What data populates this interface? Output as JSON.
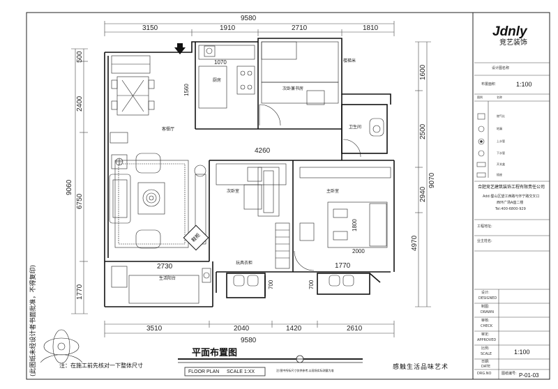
{
  "dims": {
    "top_total": "9580",
    "top": [
      "3150",
      "1910",
      "2710",
      "1810"
    ],
    "bottom_total": "9580",
    "bottom": [
      "3510",
      "2040",
      "1420",
      "2610"
    ],
    "left_total": "9060",
    "left": [
      "500",
      "2400",
      "6750",
      "1770"
    ],
    "right_total": "9070",
    "right": [
      "1600",
      "2500",
      "2940",
      "4970"
    ],
    "inner_4260": "4260",
    "inner_2730": "2730",
    "inner_1770": "1770",
    "inner_1070": "1070",
    "inner_1560": "1560",
    "inner_1800": "1800",
    "inner_2000": "2000",
    "inner_700a": "700",
    "inner_700b": "700"
  },
  "rooms": {
    "living": "客餐厅",
    "kitchen": "厨房",
    "bedroom_top": "次卧兼书房",
    "bathroom": "卫生间",
    "second_bedroom": "次卧室",
    "master_bedroom": "主卧室",
    "balcony": "生活阳台",
    "wardrobe": "玩具衣柜",
    "stair": "楼梯米"
  },
  "badge": "鞋柜",
  "side_note": "(此图纸未经设计者书面批准，不得复印)",
  "bottom": {
    "note": "注：在施工前先核对一下整体尺寸",
    "title": "平面布置图",
    "floor_plan": "FLOOR PLAN",
    "scale": "SCALE 1:XX",
    "small_note": "注:图中所标尺寸仅供参考,以现场实际测量为准",
    "slogan": "感触生活品味艺术"
  },
  "title_block": {
    "logo": "Jdnly",
    "company_short": "竞艺装饰",
    "drawing_name_label": "设计图名称",
    "layout_label": "布置面积",
    "layout_value": "1:100",
    "legend_header": [
      "图例",
      "名称"
    ],
    "legend": [
      "燃气灶",
      "地漏",
      "上水管",
      "下水管",
      "开关盒",
      "插座"
    ],
    "company_full": "合肥竞艺建筑装饰工程有限责任公司",
    "address_1": "Add:蜀山区望江西路与怀宁路交叉口",
    "address_2": "西环广场A座二楼",
    "tel": "Tel:400-6800-929",
    "project_label": "工程地址:",
    "client_label": "业主姓名:",
    "design_cn": "设计:",
    "design_en": "DESIGNED",
    "drawn_cn": "制图:",
    "drawn_en": "DRAWN",
    "check_cn": "审核:",
    "check_en": "CHECK",
    "approve_cn": "审定:",
    "approve_en": "APPROVED",
    "ratio_cn": "比例:",
    "ratio_en": "SCALE",
    "ratio_value": "1:100",
    "date_cn": "日期:",
    "date_en": "DATE",
    "drawing_no_cn": "图纸编号:",
    "drawing_no_en": "DRG.NO",
    "drawing_no_value": "P-01-03"
  }
}
